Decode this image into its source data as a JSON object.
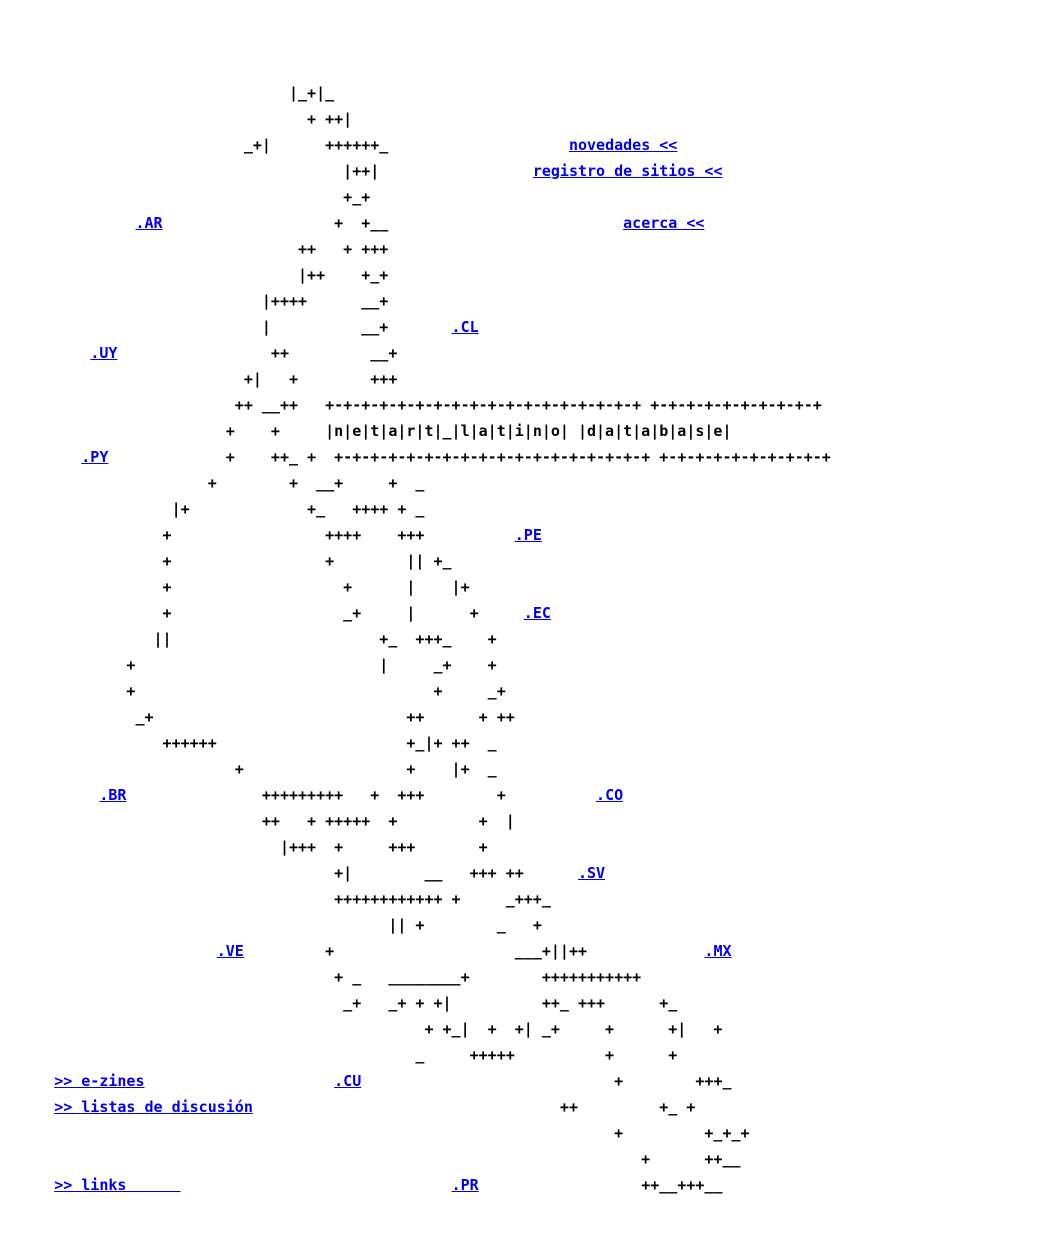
{
  "colors": {
    "link": "#0000ee",
    "text": "#000000",
    "background": "#ffffff"
  },
  "lines": [
    [
      {
        "t": "                                |_+|_"
      }
    ],
    [
      {
        "t": "                                  + ++|"
      }
    ],
    [
      {
        "t": "                           _+|      ++++++_"
      },
      {
        "t": "                    "
      },
      {
        "t": "novedades <<",
        "link": true
      }
    ],
    [
      {
        "t": "                                      |++|"
      },
      {
        "t": "                 "
      },
      {
        "t": "registro de sitios <<",
        "link": true
      }
    ],
    [
      {
        "t": "                                      +_+"
      }
    ],
    [
      {
        "t": "               "
      },
      {
        "t": ".AR",
        "link": true
      },
      {
        "t": "                   +  +__"
      },
      {
        "t": "                          "
      },
      {
        "t": "acerca <<",
        "link": true
      }
    ],
    [
      {
        "t": "                                 ++   + +++"
      }
    ],
    [
      {
        "t": "                                 |++    +_+"
      }
    ],
    [
      {
        "t": "                             |++++      __+"
      }
    ],
    [
      {
        "t": "                             |          __+       "
      },
      {
        "t": ".CL",
        "link": true
      }
    ],
    [
      {
        "t": "          "
      },
      {
        "t": ".UY",
        "link": true
      },
      {
        "t": "                 ++         __+"
      }
    ],
    [
      {
        "t": "                           +|   +        +++"
      }
    ],
    [
      {
        "t": "                          ++ __++   +-+-+-+-+-+-+-+-+-+-+-+-+-+-+-+-+-+ +-+-+-+-+-+-+-+-+-+"
      }
    ],
    [
      {
        "t": "                         +    +     |n|e|t|a|r|t|_|l|a|t|i|n|o| |d|a|t|a|b|a|s|e|"
      }
    ],
    [
      {
        "t": "         "
      },
      {
        "t": ".PY",
        "link": true
      },
      {
        "t": "             +    ++_ +  +-+-+-+-+-+-+-+-+-+-+-+-+-+-+-+-+-+ +-+-+-+-+-+-+-+-+-+"
      }
    ],
    [
      {
        "t": "                       +        +  __+     +  _"
      }
    ],
    [
      {
        "t": "                   |+             +_   ++++ + _"
      }
    ],
    [
      {
        "t": "                  +                 ++++    +++          "
      },
      {
        "t": ".PE",
        "link": true
      }
    ],
    [
      {
        "t": "                  +                 +        || +_"
      }
    ],
    [
      {
        "t": "                  +                   +      |    |+"
      }
    ],
    [
      {
        "t": "                  +                   _+     |      +     "
      },
      {
        "t": ".EC",
        "link": true
      }
    ],
    [
      {
        "t": "                 ||                       +_  +++_    +"
      }
    ],
    [
      {
        "t": "              +                           |     _+    +"
      }
    ],
    [
      {
        "t": "              +                                 +     _+"
      }
    ],
    [
      {
        "t": "               _+                            ++      + ++"
      }
    ],
    [
      {
        "t": "                  ++++++                     +_|+ ++  _"
      }
    ],
    [
      {
        "t": "                          +                  +    |+  _"
      }
    ],
    [
      {
        "t": "           "
      },
      {
        "t": ".BR",
        "link": true
      },
      {
        "t": "               +++++++++   +  +++        +          "
      },
      {
        "t": ".CO",
        "link": true
      }
    ],
    [
      {
        "t": "                             ++   + +++++  +         +  |"
      }
    ],
    [
      {
        "t": "                               |+++  +     +++       +"
      }
    ],
    [
      {
        "t": "                                     +|        __   +++ ++      "
      },
      {
        "t": ".SV",
        "link": true
      }
    ],
    [
      {
        "t": "                                     ++++++++++++ +     _+++_"
      }
    ],
    [
      {
        "t": "                                           || +        _   +"
      }
    ],
    [
      {
        "t": "                        "
      },
      {
        "t": ".VE",
        "link": true
      },
      {
        "t": "         +                    ___+||++"
      },
      {
        "t": "             "
      },
      {
        "t": ".MX",
        "link": true
      }
    ],
    [
      {
        "t": "                                     + _   ________+        +++++++++++"
      }
    ],
    [
      {
        "t": "                                      _+   _+ + +|          ++_ +++      +_"
      }
    ],
    [
      {
        "t": "                                               + +_|  +  +| _+     +      +|   +"
      }
    ],
    [
      {
        "t": "                                              _     +++++          +      +"
      }
    ],
    [
      {
        "t": "      "
      },
      {
        "t": ">> e-zines",
        "link": true
      },
      {
        "t": "                     "
      },
      {
        "t": ".CU",
        "link": true
      },
      {
        "t": "                            +        +++_"
      }
    ],
    [
      {
        "t": "      "
      },
      {
        "t": ">> listas de discusión",
        "link": true
      },
      {
        "t": "                                  ++         +_ +"
      }
    ],
    [
      {
        "t": "                                                                    +         +_+_+"
      }
    ],
    [
      {
        "t": "                                                                       +      ++__"
      }
    ],
    [
      {
        "t": "      "
      },
      {
        "t": ">> links      ",
        "link": true
      },
      {
        "t": "                              "
      },
      {
        "t": ".PR",
        "link": true
      },
      {
        "t": "                  ++__+++__"
      }
    ]
  ]
}
